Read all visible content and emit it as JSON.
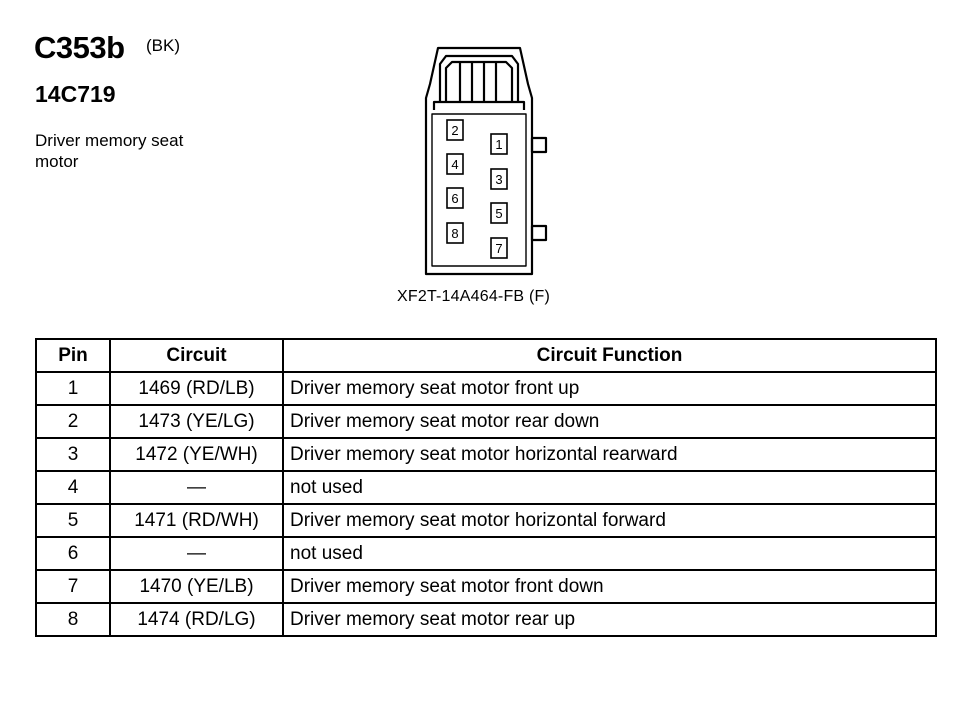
{
  "header": {
    "connector_id": "C353b",
    "color_code": "(BK)",
    "part_number": "14C719",
    "description": "Driver memory seat motor"
  },
  "connector": {
    "code": "XF2T-14A464-FB (F)",
    "pin_labels": [
      "1",
      "2",
      "3",
      "4",
      "5",
      "6",
      "7",
      "8"
    ]
  },
  "table": {
    "headers": [
      "Pin",
      "Circuit",
      "Circuit Function"
    ],
    "rows": [
      {
        "pin": "1",
        "circuit": "1469 (RD/LB)",
        "function": "Driver memory seat motor front up"
      },
      {
        "pin": "2",
        "circuit": "1473 (YE/LG)",
        "function": "Driver memory seat motor rear down"
      },
      {
        "pin": "3",
        "circuit": "1472 (YE/WH)",
        "function": "Driver memory seat motor horizontal rearward"
      },
      {
        "pin": "4",
        "circuit": "—",
        "function": "not used"
      },
      {
        "pin": "5",
        "circuit": "1471 (RD/WH)",
        "function": "Driver memory seat motor horizontal forward"
      },
      {
        "pin": "6",
        "circuit": "—",
        "function": "not used"
      },
      {
        "pin": "7",
        "circuit": "1470 (YE/LB)",
        "function": "Driver memory seat motor front down"
      },
      {
        "pin": "8",
        "circuit": "1474 (RD/LG)",
        "function": "Driver memory seat motor rear up"
      }
    ]
  }
}
